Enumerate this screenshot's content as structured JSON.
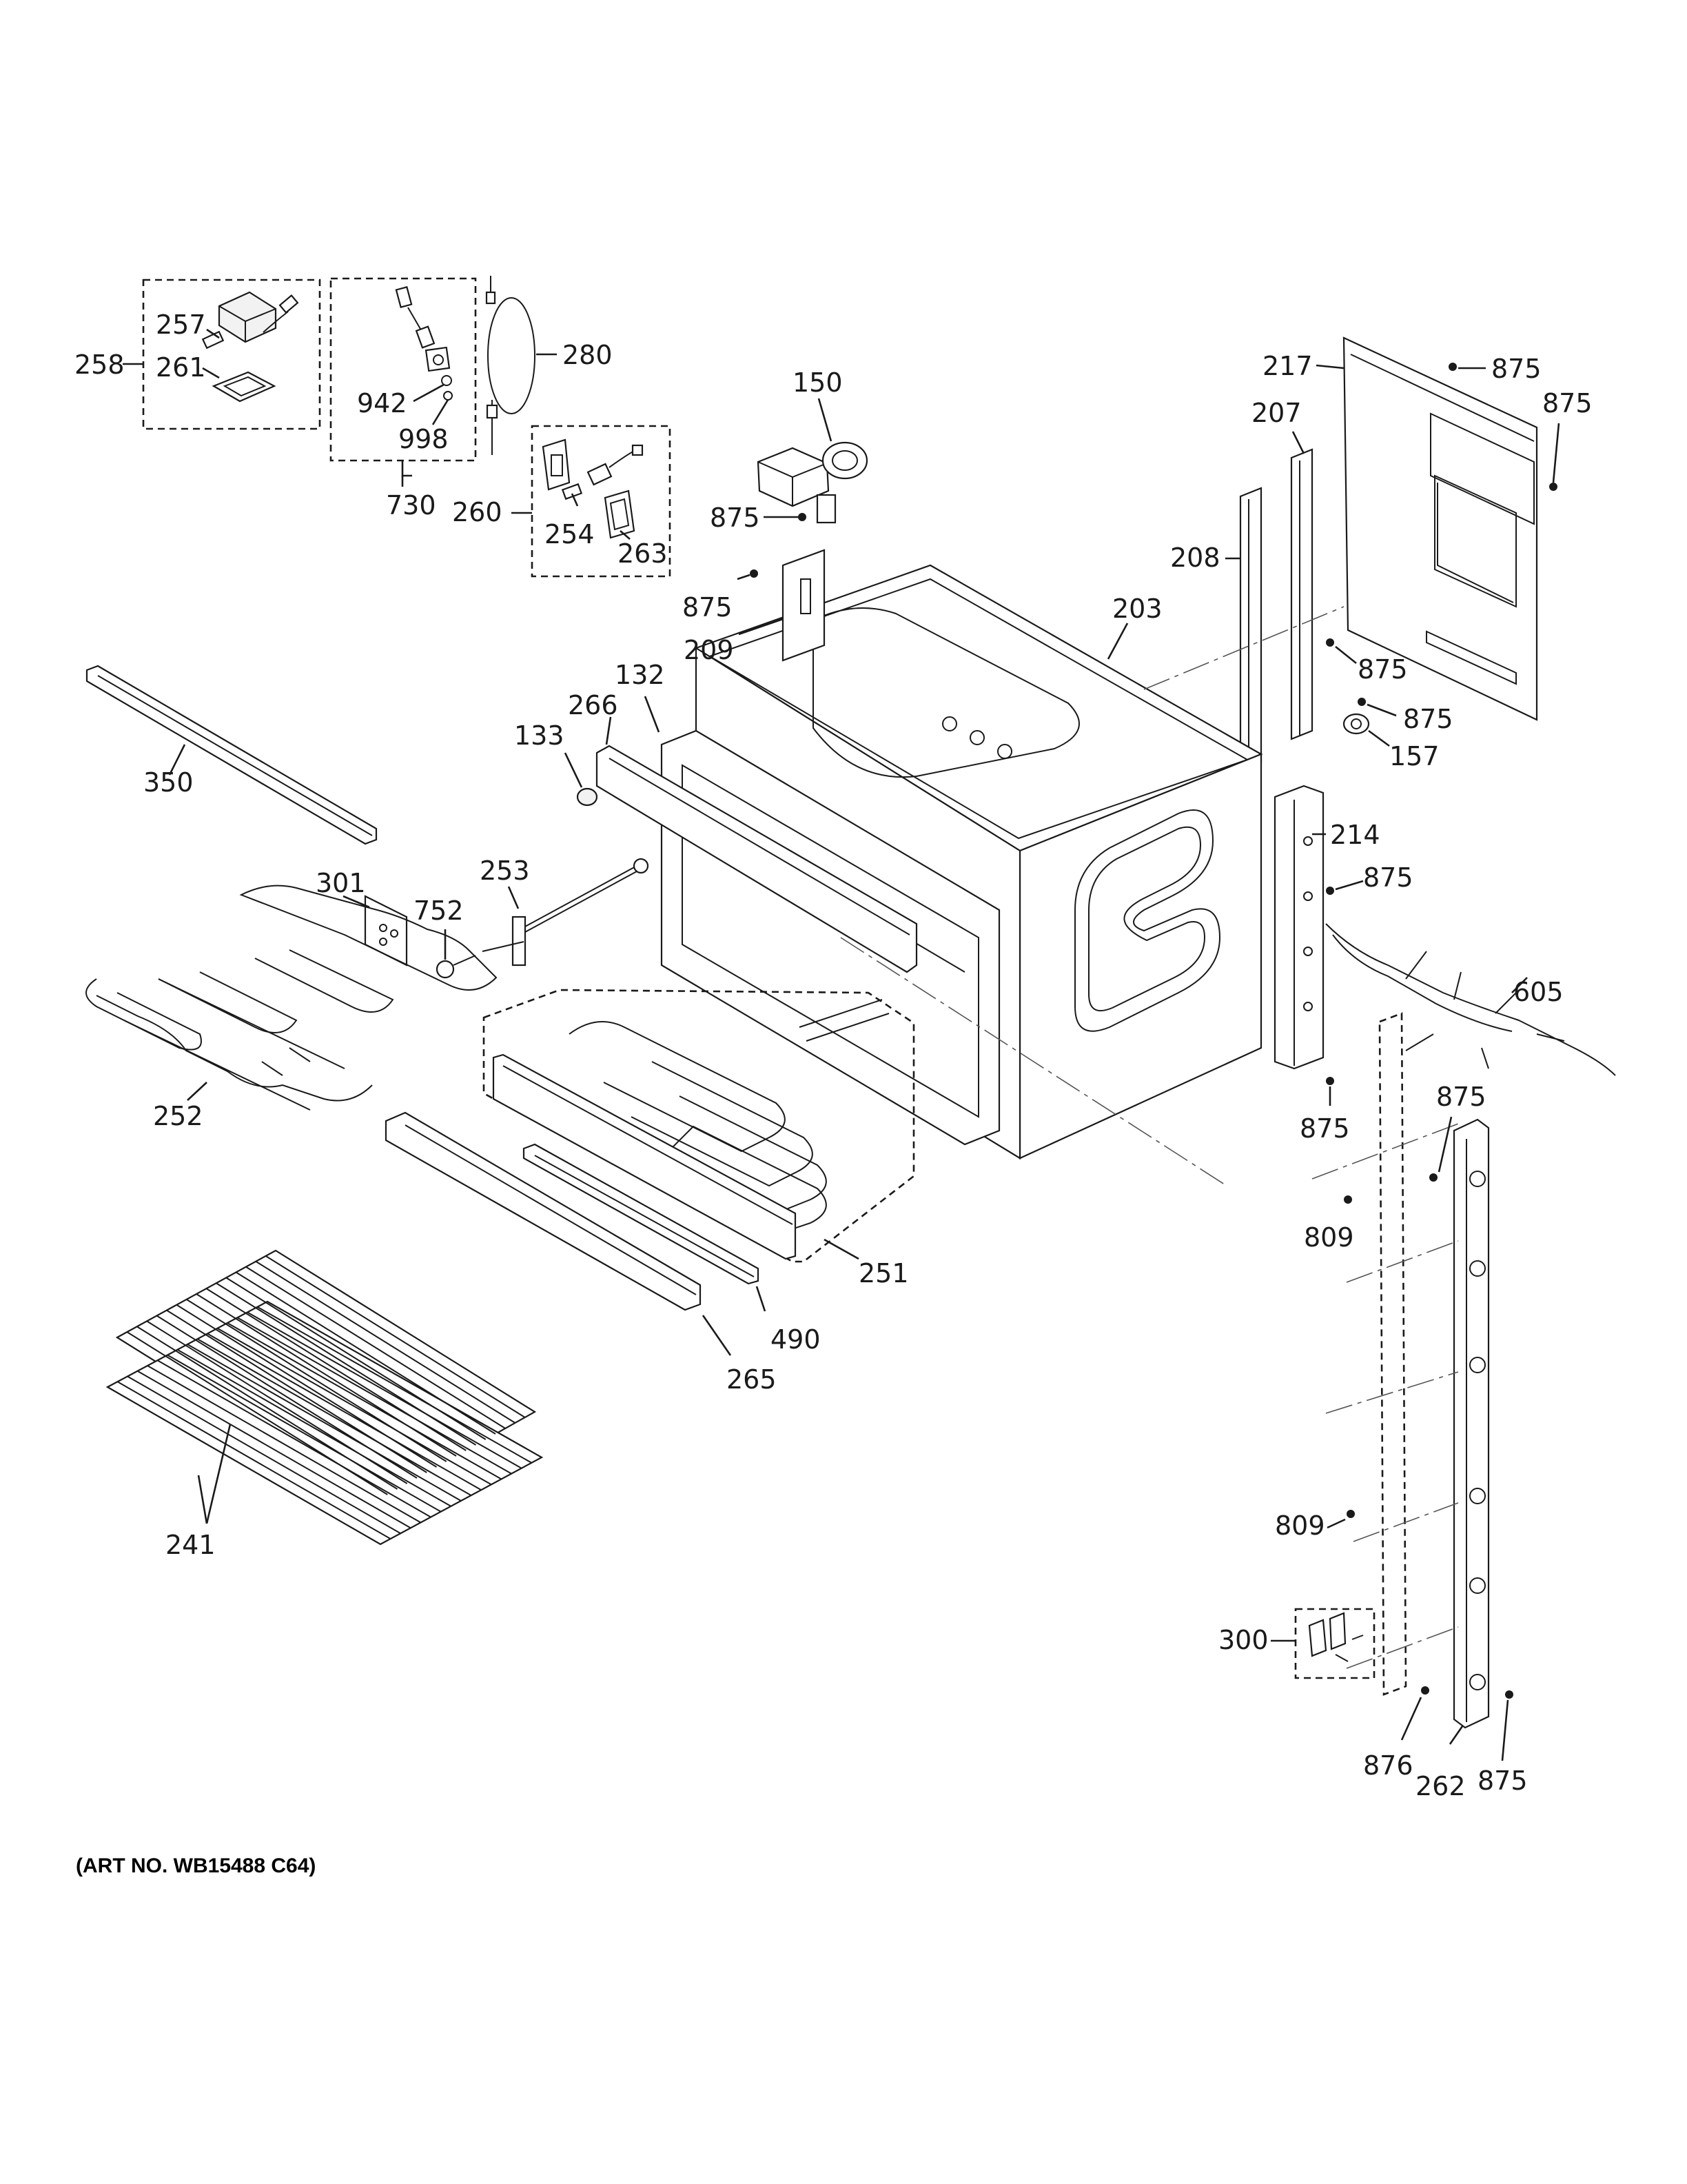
{
  "caption": "(ART NO. WB15488 C64)",
  "labels": {
    "l258": "258",
    "l257": "257",
    "l261": "261",
    "l942": "942",
    "l998": "998",
    "l730": "730",
    "l280": "280",
    "l260": "260",
    "l254": "254",
    "l263": "263",
    "l150": "150",
    "l875_a": "875",
    "l217": "217",
    "l875_b": "875",
    "l875_c": "875",
    "l207": "207",
    "l208": "208",
    "l203": "203",
    "l875_d": "875",
    "l209": "209",
    "l875_e": "875",
    "l875_f": "875",
    "l157": "157",
    "l132": "132",
    "l266": "266",
    "l133": "133",
    "l350": "350",
    "l301": "301",
    "l253": "253",
    "l752": "752",
    "l214": "214",
    "l875_g": "875",
    "l605": "605",
    "l252": "252",
    "l875_h": "875",
    "l875_i": "875",
    "l809_a": "809",
    "l251": "251",
    "l490": "490",
    "l265": "265",
    "l241": "241",
    "l809_b": "809",
    "l300": "300",
    "l876": "876",
    "l262": "262",
    "l875_j": "875"
  }
}
